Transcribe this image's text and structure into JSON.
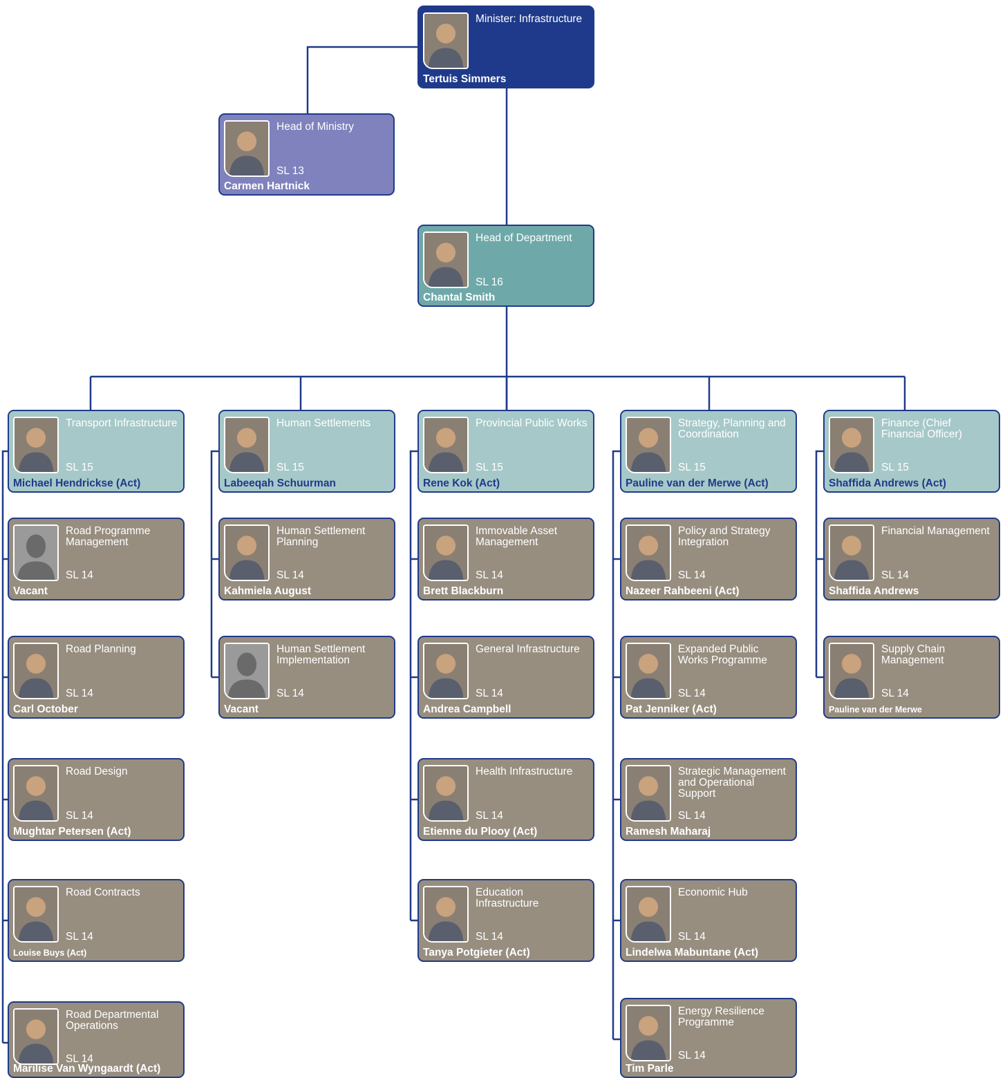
{
  "minister": {
    "role": "Minister: Infrastructure",
    "name": "Tertuis Simmers"
  },
  "head_of_ministry": {
    "role": "Head of Ministry",
    "sl": "SL 13",
    "name": "Carmen Hartnick"
  },
  "head_of_department": {
    "role": "Head of Department",
    "sl": "SL 16",
    "name": "Chantal Smith"
  },
  "branches": [
    {
      "head": {
        "role": "Transport Infrastructure",
        "sl": "SL 15",
        "name": "Michael Hendrickse (Act)"
      },
      "units": [
        {
          "role": "Road Programme Management",
          "sl": "SL 14",
          "name": "Vacant",
          "vacant": true
        },
        {
          "role": "Road Planning",
          "sl": "SL 14",
          "name": "Carl October"
        },
        {
          "role": "Road Design",
          "sl": "SL 14",
          "name": "Mughtar Petersen (Act)"
        },
        {
          "role": "Road Contracts",
          "sl": "SL 14",
          "name": "Louise Buys (Act)"
        },
        {
          "role": "Road Departmental Operations",
          "sl": "SL 14",
          "name": "Marilise Van Wyngaardt (Act)"
        }
      ]
    },
    {
      "head": {
        "role": "Human Settlements",
        "sl": "SL 15",
        "name": "Labeeqah Schuurman"
      },
      "units": [
        {
          "role": "Human Settlement Planning",
          "sl": "SL 14",
          "name": "Kahmiela August"
        },
        {
          "role": "Human Settlement Implementation",
          "sl": "SL 14",
          "name": "Vacant",
          "vacant": true
        }
      ]
    },
    {
      "head": {
        "role": "Provincial Public Works",
        "sl": "SL 15",
        "name": "Rene Kok (Act)"
      },
      "units": [
        {
          "role": "Immovable Asset Management",
          "sl": "SL 14",
          "name": "Brett Blackburn"
        },
        {
          "role": "General Infrastructure",
          "sl": "SL 14",
          "name": "Andrea Campbell"
        },
        {
          "role": "Health Infrastructure",
          "sl": "SL 14",
          "name": "Etienne du Plooy (Act)"
        },
        {
          "role": "Education Infrastructure",
          "sl": "SL 14",
          "name": "Tanya Potgieter (Act)"
        }
      ]
    },
    {
      "head": {
        "role": "Strategy, Planning and Coordination",
        "sl": "SL 15",
        "name": "Pauline van der Merwe (Act)"
      },
      "units": [
        {
          "role": "Policy and Strategy Integration",
          "sl": "SL 14",
          "name": "Nazeer Rahbeeni (Act)"
        },
        {
          "role": "Expanded Public Works Programme",
          "sl": "SL 14",
          "name": "Pat Jenniker (Act)"
        },
        {
          "role": "Strategic Management and Operational Support",
          "sl": "SL 14",
          "name": "Ramesh Maharaj"
        },
        {
          "role": "Economic Hub",
          "sl": "SL 14",
          "name": "Lindelwa Mabuntane (Act)"
        },
        {
          "role": "Energy Resilience Programme",
          "sl": "SL 14",
          "name": "Tim Parle"
        }
      ]
    },
    {
      "head": {
        "role": "Finance (Chief Financial Officer)",
        "sl": "SL 15",
        "name": "Shaffida Andrews (Act)"
      },
      "units": [
        {
          "role": "Financial Management",
          "sl": "SL 14",
          "name": "Shaffida Andrews"
        },
        {
          "role": "Supply Chain Management",
          "sl": "SL 14",
          "name": "Pauline van der Merwe"
        }
      ]
    }
  ],
  "colors": {
    "line": "#1f3a8a",
    "minister": "#1f3a8a",
    "head_of_ministry": "#7f82bd",
    "head_of_department": "#6fa8a8",
    "branch_head": "#a6c8c8",
    "unit": "#978e80"
  }
}
